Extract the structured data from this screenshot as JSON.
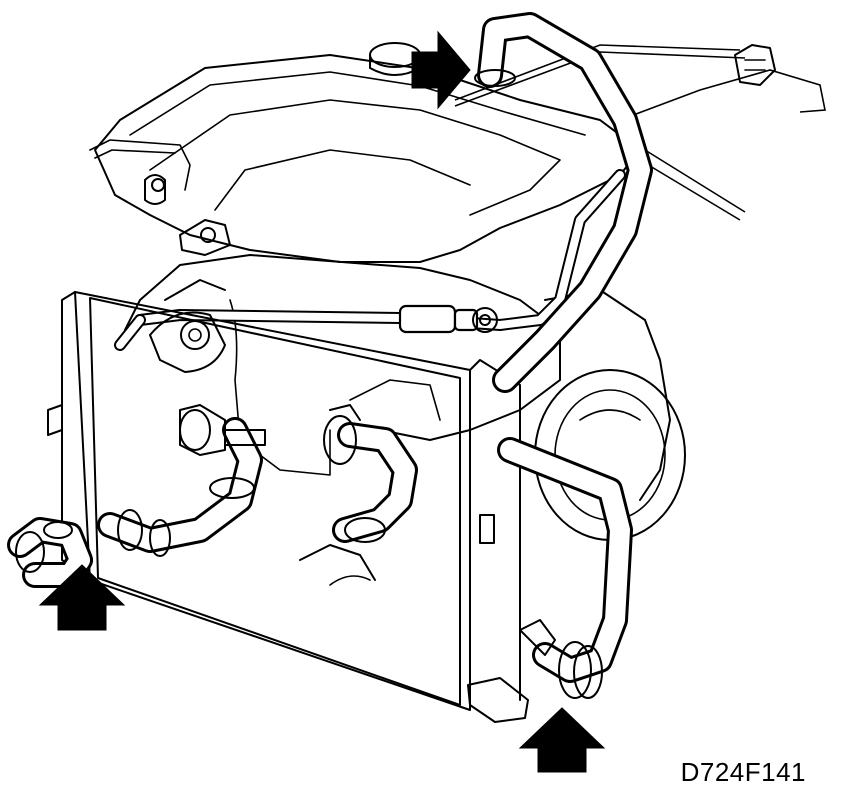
{
  "figure": {
    "reference_code": "D724F141"
  },
  "colors": {
    "line": "#000000",
    "background": "#ffffff"
  },
  "arrows": [
    {
      "name": "arrow-top-hose-connection",
      "direction": "right"
    },
    {
      "name": "arrow-radiator-left-outlet",
      "direction": "up"
    },
    {
      "name": "arrow-radiator-bottom-hose",
      "direction": "up"
    }
  ]
}
